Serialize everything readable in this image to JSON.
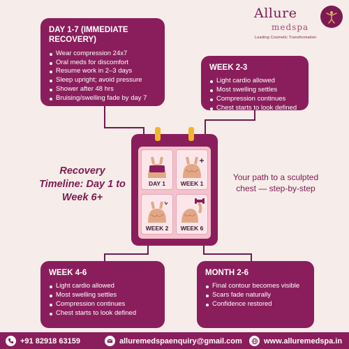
{
  "brand": {
    "name": "Allure",
    "sub": "medspa",
    "tagline": "Leading Cosmetic Transformation"
  },
  "day1_card": {
    "title": "DAY 1-7 (IMMEDIATE RECOVERY)",
    "items": [
      "Wear compression 24x7",
      "Oral meds for discomfort",
      "Resume work in 2–3 days",
      "Sleep upright; avoid pressure",
      "Shower after 48 hrs",
      "Bruising/swelling fade by day 7"
    ]
  },
  "week23_card": {
    "title": "WEEK 2-3",
    "items": [
      "Light cardio allowed",
      "Most swelling settles",
      "Compression continues",
      "Chest starts to look defined"
    ]
  },
  "week46_card": {
    "title": "WEEK 4-6",
    "items": [
      "Light cardio allowed",
      "Most swelling settles",
      "Compression continues",
      "Chest starts to look defined"
    ]
  },
  "month26_card": {
    "title": "MONTH 2-6",
    "items": [
      "Final contour becomes visible",
      "Scars fade naturally",
      "Confidence restored"
    ]
  },
  "headline": "Recovery Timeline: Day 1 to Week 6+",
  "subline": "Your path to a sculpted chest — step-by-step",
  "calendar": {
    "tiles": [
      "DAY 1",
      "WEEK 1",
      "WEEK 2",
      "WEEK 6"
    ]
  },
  "footer": {
    "phone": "+91 82918 63159",
    "email": "alluremedspaenquiry@gmail.com",
    "website": "www.alluremedspa.in"
  },
  "colors": {
    "primary": "#8a1e5c",
    "background": "#f6ece9",
    "accent": "#f1b52b",
    "tile_bg": "#fbe7ea"
  },
  "icons": [
    "phone-icon",
    "mail-icon",
    "globe-icon",
    "calendar-icon",
    "logo-emblem-icon"
  ]
}
